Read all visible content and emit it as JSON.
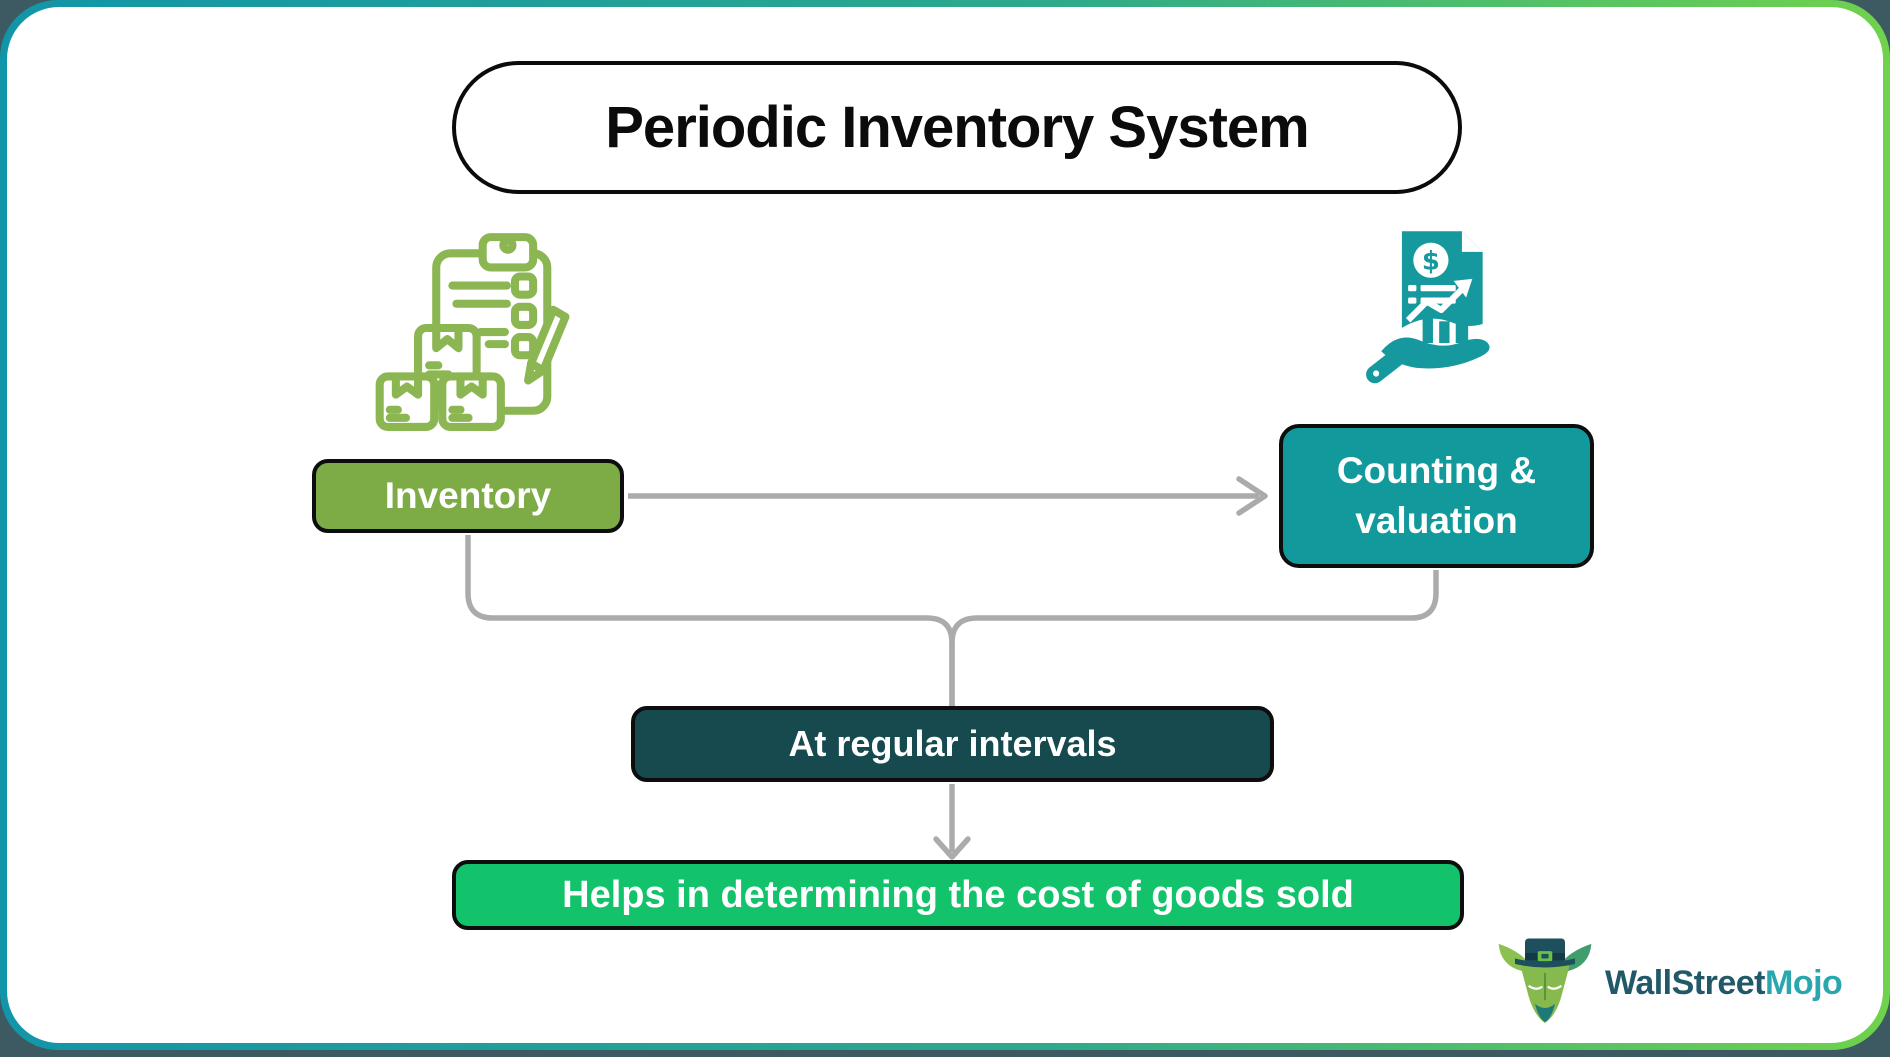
{
  "window": {
    "title": "Periodic Inventory System"
  },
  "diagram": {
    "title": "Periodic Inventory System",
    "nodes": [
      {
        "id": "inventory",
        "label": "Inventory",
        "color": "#7dab45"
      },
      {
        "id": "counting",
        "label": "Counting & valuation",
        "color": "#12999c"
      },
      {
        "id": "intervals",
        "label": "At regular intervals",
        "color": "#174a4f"
      },
      {
        "id": "cogs",
        "label": "Helps in determining the cost of goods sold",
        "color": "#13c36b"
      }
    ],
    "edges": [
      {
        "from": "inventory",
        "to": "counting",
        "type": "arrow"
      },
      {
        "from": "inventory",
        "to": "intervals",
        "type": "line"
      },
      {
        "from": "counting",
        "to": "intervals",
        "type": "line"
      },
      {
        "from": "intervals",
        "to": "cogs",
        "type": "arrow"
      }
    ],
    "icons": [
      {
        "name": "inventory-checklist-boxes-icon",
        "color": "#8bb652"
      },
      {
        "name": "hand-financial-report-icon",
        "color": "#16999e"
      }
    ],
    "connector_color": "#ababab",
    "box_border_color": "#0d0d0d"
  },
  "frame": {
    "gradient_start": "#1295a8",
    "gradient_end": "#6fd24c",
    "outside_corner_color": "#3d5a62"
  },
  "branding": {
    "logo_icon": "wallstreetmojo-bull-icon",
    "name_part1": "WallStreet",
    "name_part2": "Mojo",
    "part1_color": "#215968",
    "part2_color": "#2aa7ae"
  }
}
